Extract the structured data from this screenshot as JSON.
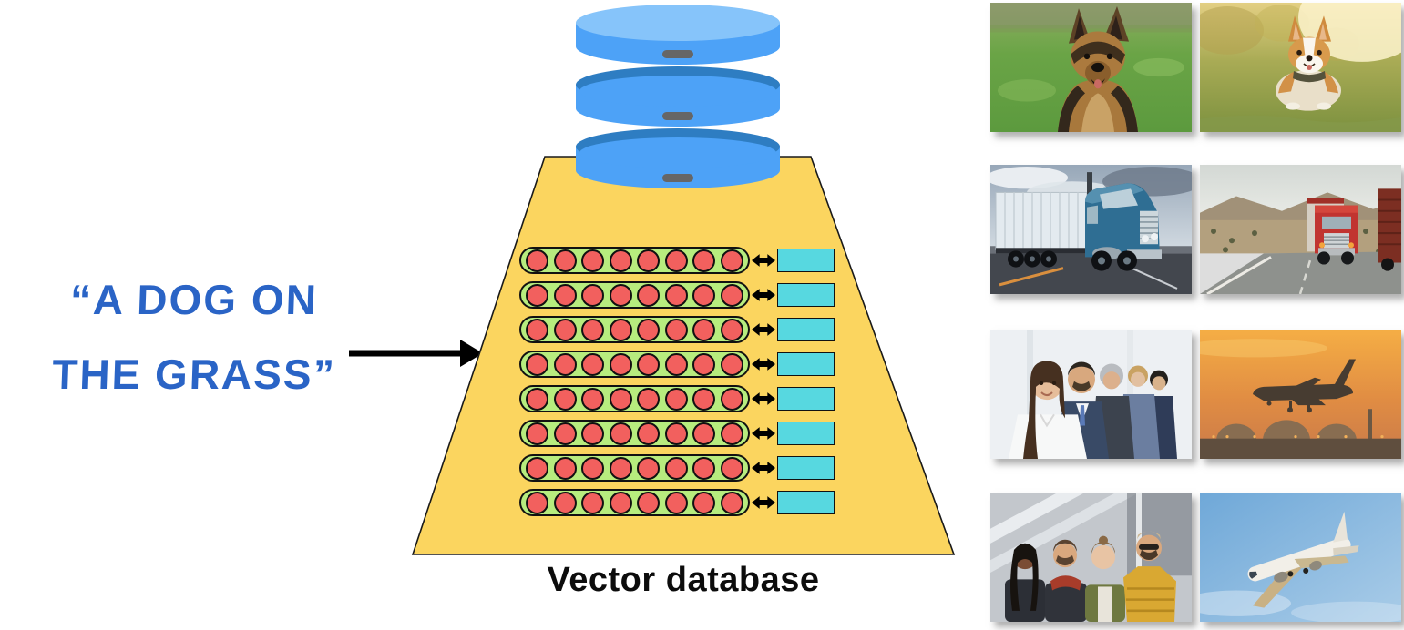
{
  "query": {
    "line1": "“A DOG ON",
    "line2": "THE GRASS”",
    "full_text": "\"A dog on the grass\"",
    "text_color": "#2a64c6"
  },
  "vector_db": {
    "label": "Vector database",
    "row_count": 8,
    "dots_per_row": 8,
    "colors": {
      "funnel_yellow": "#fbd55f",
      "vector_green": "#b7ec7e",
      "dot_red": "#f2605e",
      "object_cyan": "#57d8e0",
      "database_blue": "#4da2f7",
      "database_blue_light": "#86c4fa",
      "database_blue_dark": "#2e7dc2"
    }
  },
  "icons": {
    "database": "database-cylinder-icon",
    "query_arrow": "right-arrow-icon",
    "mapping_arrow": "double-headed-arrow-icon"
  },
  "gallery": {
    "layout": "4 rows x 2 columns",
    "photos": [
      {
        "name": "german-shepherd",
        "description": "German Shepherd dog on green grass"
      },
      {
        "name": "corgi",
        "description": "Corgi dog lying on sunlit grass"
      },
      {
        "name": "blue-truck",
        "description": "Blue semi-trailer truck under a cloudy sky"
      },
      {
        "name": "red-truck",
        "description": "Red semi truck driving on a desert highway"
      },
      {
        "name": "business-people",
        "description": "Row of smiling business people in an office"
      },
      {
        "name": "sunset-airplane",
        "description": "Airplane landing against an orange sunset sky"
      },
      {
        "name": "friends-group",
        "description": "Four friends posing together outside a building"
      },
      {
        "name": "blue-sky-airplane",
        "description": "Airplane flying in a clear blue sky"
      }
    ]
  }
}
